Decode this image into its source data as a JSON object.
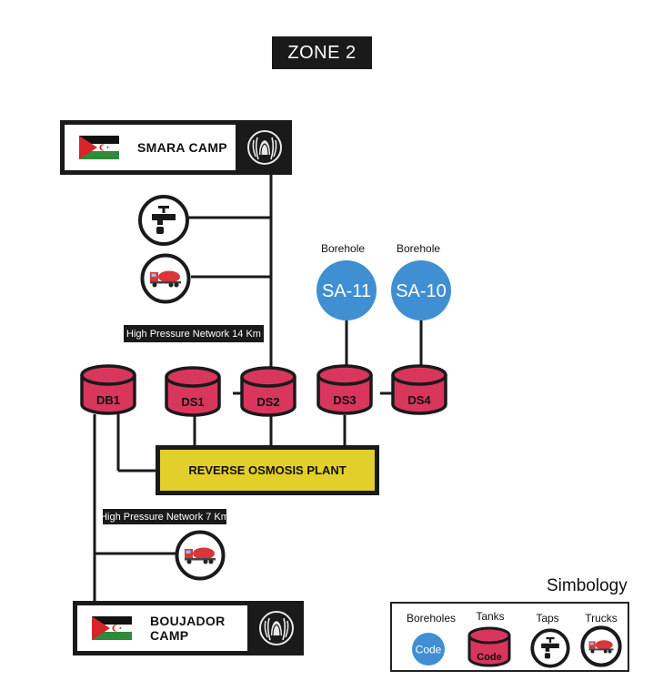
{
  "zone_title": "ZONE 2",
  "camps": {
    "smara": "SMARA CAMP",
    "boujador": "BOUJADOR CAMP"
  },
  "network_labels": {
    "upper": "High Pressure Network 14 Km",
    "lower": "High Pressure Network 7 Km"
  },
  "boreholes": [
    {
      "label": "Borehole",
      "code": "SA-11"
    },
    {
      "label": "Borehole",
      "code": "SA-10"
    }
  ],
  "tanks": [
    "DB1",
    "DS1",
    "DS2",
    "DS3",
    "DS4"
  ],
  "plant": "REVERSE OSMOSIS PLANT",
  "legend": {
    "title": "Simbology",
    "items": [
      "Boreholes",
      "Tanks",
      "Taps",
      "Trucks"
    ],
    "code": "Code"
  },
  "icons": {
    "tap": "tap-icon",
    "truck": "truck-icon",
    "flag": "sahrawi-flag-icon",
    "emblem": "un-emblem-icon"
  },
  "colors": {
    "borehole": "#3f8fd2",
    "tank": "#d8365c",
    "plant": "#e3cf2a",
    "dark": "#1a1a1a"
  }
}
